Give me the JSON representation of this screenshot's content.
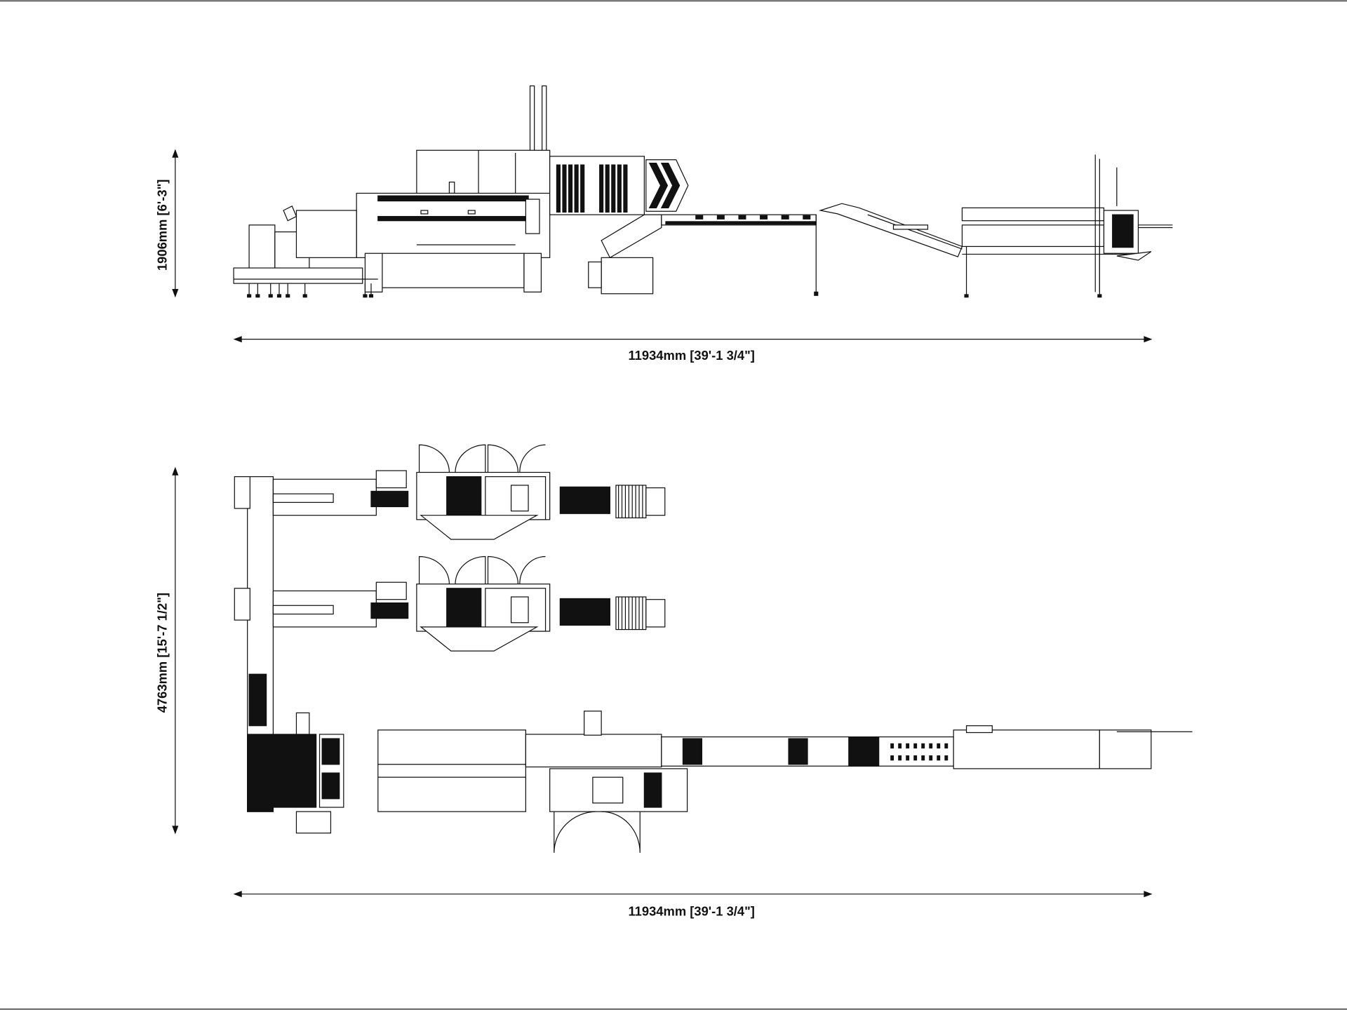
{
  "drawing": {
    "side_elevation": {
      "height_dimension": "1906mm [6'-3\"]",
      "length_dimension": "11934mm [39'-1 3/4\"]"
    },
    "plan_view": {
      "width_dimension": "4763mm [15'-7 1/2\"]",
      "length_dimension": "11934mm [39'-1 3/4\"]"
    },
    "colors": {
      "line": "#111111",
      "background": "#ffffff"
    }
  }
}
